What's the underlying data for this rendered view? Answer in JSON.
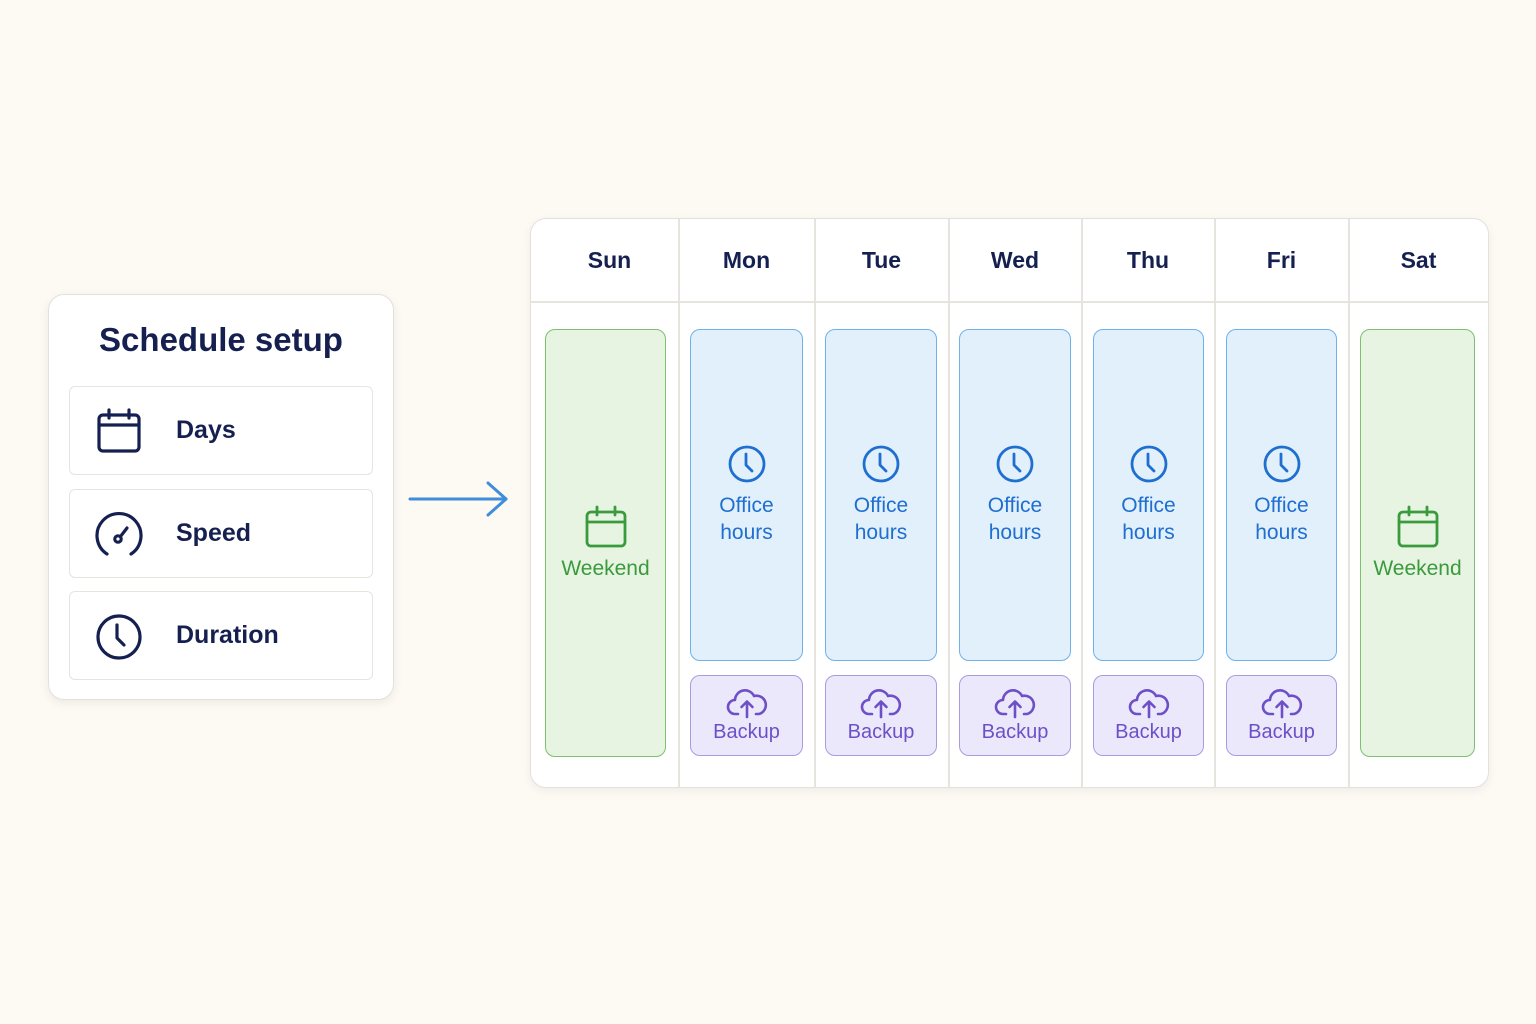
{
  "setup": {
    "title": "Schedule setup",
    "items": [
      {
        "label": "Days",
        "icon": "calendar-icon"
      },
      {
        "label": "Speed",
        "icon": "speedometer-icon"
      },
      {
        "label": "Duration",
        "icon": "clock-icon"
      }
    ]
  },
  "arrow": {
    "icon": "arrow-right-icon",
    "color": "#3f8ddb"
  },
  "calendar": {
    "days": [
      "Sun",
      "Mon",
      "Tue",
      "Wed",
      "Thu",
      "Fri",
      "Sat"
    ],
    "weekend_label": "Weekend",
    "office_label": "Office hours",
    "backup_label": "Backup",
    "colors": {
      "weekend": "#3a9a3e",
      "office": "#1e6fd0",
      "backup": "#6d4fc8"
    }
  }
}
